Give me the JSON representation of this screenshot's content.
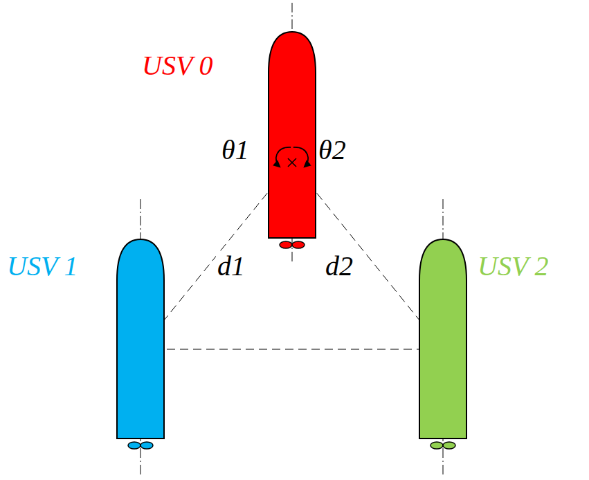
{
  "diagram": {
    "nodes": [
      {
        "text": [
          "USV 0"
        ]
      },
      {
        "text": [
          "USV 1"
        ]
      },
      {
        "text": [
          "USV 2"
        ]
      }
    ],
    "edges": [
      {
        "from": 0,
        "to": 1,
        "arrow": "none",
        "label": "d1"
      },
      {
        "from": 0,
        "to": 2,
        "arrow": "none",
        "label": "d2"
      },
      {
        "from": 1,
        "to": 2,
        "arrow": "none"
      }
    ],
    "labels": [
      "θ1",
      "θ2"
    ]
  }
}
